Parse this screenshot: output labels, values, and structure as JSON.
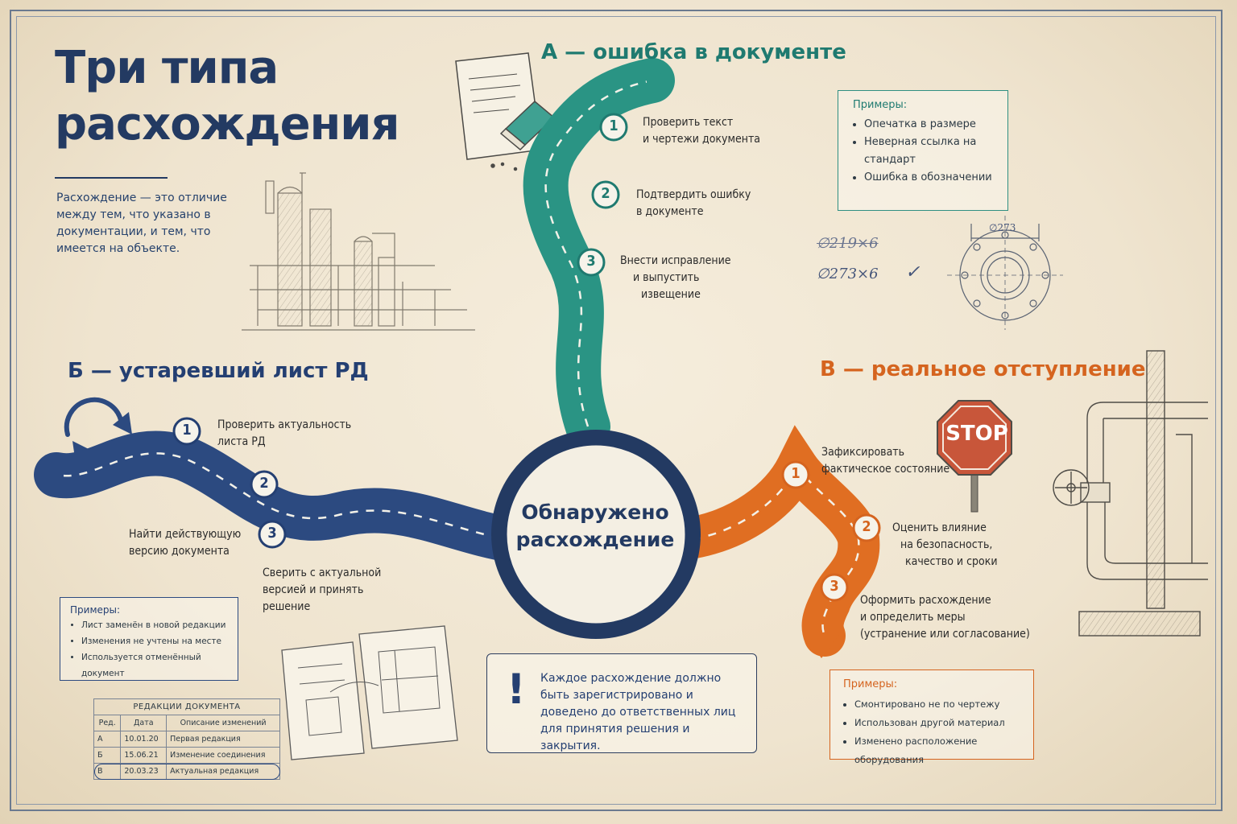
{
  "title": {
    "line1": "Три типа",
    "line2": "расхождения"
  },
  "intro": "Расхождение — это отличие между тем, что указано в документации, и тем, что имеется на объекте.",
  "center": {
    "line1": "Обнаружено",
    "line2": "расхождение"
  },
  "branch_a": {
    "heading": "А — ошибка в документе",
    "steps": [
      {
        "num": "1",
        "text_1": "Проверить текст",
        "text_2": "и чертежи документа"
      },
      {
        "num": "2",
        "text_1": "Подтвердить ошибку",
        "text_2": "в документе"
      },
      {
        "num": "3",
        "text_1": "Внести исправление",
        "text_2": "и выпустить",
        "text_3": "извещение"
      }
    ],
    "examples_title": "Примеры:",
    "examples": [
      "Опечатка в размере",
      "Неверная ссылка на стандарт",
      "Ошибка в обозначении"
    ],
    "sketch": {
      "wrong": "∅219×6",
      "right": "∅273×6",
      "check": "✓",
      "dim": "∅273"
    }
  },
  "branch_b": {
    "heading": "Б — устаревший лист РД",
    "steps": [
      {
        "num": "1",
        "text_1": "Проверить актуальность",
        "text_2": "листа РД"
      },
      {
        "num": "2",
        "text_1": "Найти действующую",
        "text_2": "версию документа"
      },
      {
        "num": "3",
        "text_1": "Сверить с актуальной",
        "text_2": "версией и принять",
        "text_3": "решение"
      }
    ],
    "examples_title": "Примеры:",
    "examples": [
      "Лист заменён в новой редакции",
      "Изменения не учтены на месте",
      "Используется отменённый документ"
    ],
    "table": {
      "caption": "РЕДАКЦИИ ДОКУМЕНТА",
      "headers": [
        "Ред.",
        "Дата",
        "Описание изменений"
      ],
      "rows": [
        [
          "А",
          "10.01.20",
          "Первая редакция"
        ],
        [
          "Б",
          "15.06.21",
          "Изменение соединения"
        ],
        [
          "В",
          "20.03.23",
          "Актуальная редакция"
        ]
      ]
    }
  },
  "branch_v": {
    "heading": "В — реальное отступление",
    "stop_sign": "STOP",
    "steps": [
      {
        "num": "1",
        "text_1": "Зафиксировать",
        "text_2": "фактическое состояние"
      },
      {
        "num": "2",
        "text_1": "Оценить влияние",
        "text_2": "на безопасность,",
        "text_3": "качество и сроки"
      },
      {
        "num": "3",
        "text_1": "Оформить расхождение",
        "text_2": "и определить меры",
        "text_3": "(устранение или согласование)"
      }
    ],
    "examples_title": "Примеры:",
    "examples": [
      "Смонтировано не по чертежу",
      "Использован другой материал",
      "Изменено расположение оборудования"
    ]
  },
  "note": {
    "mark": "!",
    "text": "Каждое расхождение должно быть зарегистрировано и доведено до ответственных лиц для принятия решения и закрытия."
  },
  "colors": {
    "a": "#2a9484",
    "b": "#2c4a80",
    "v": "#e06e22",
    "ink": "#233a62",
    "paper": "#efe6d3"
  }
}
